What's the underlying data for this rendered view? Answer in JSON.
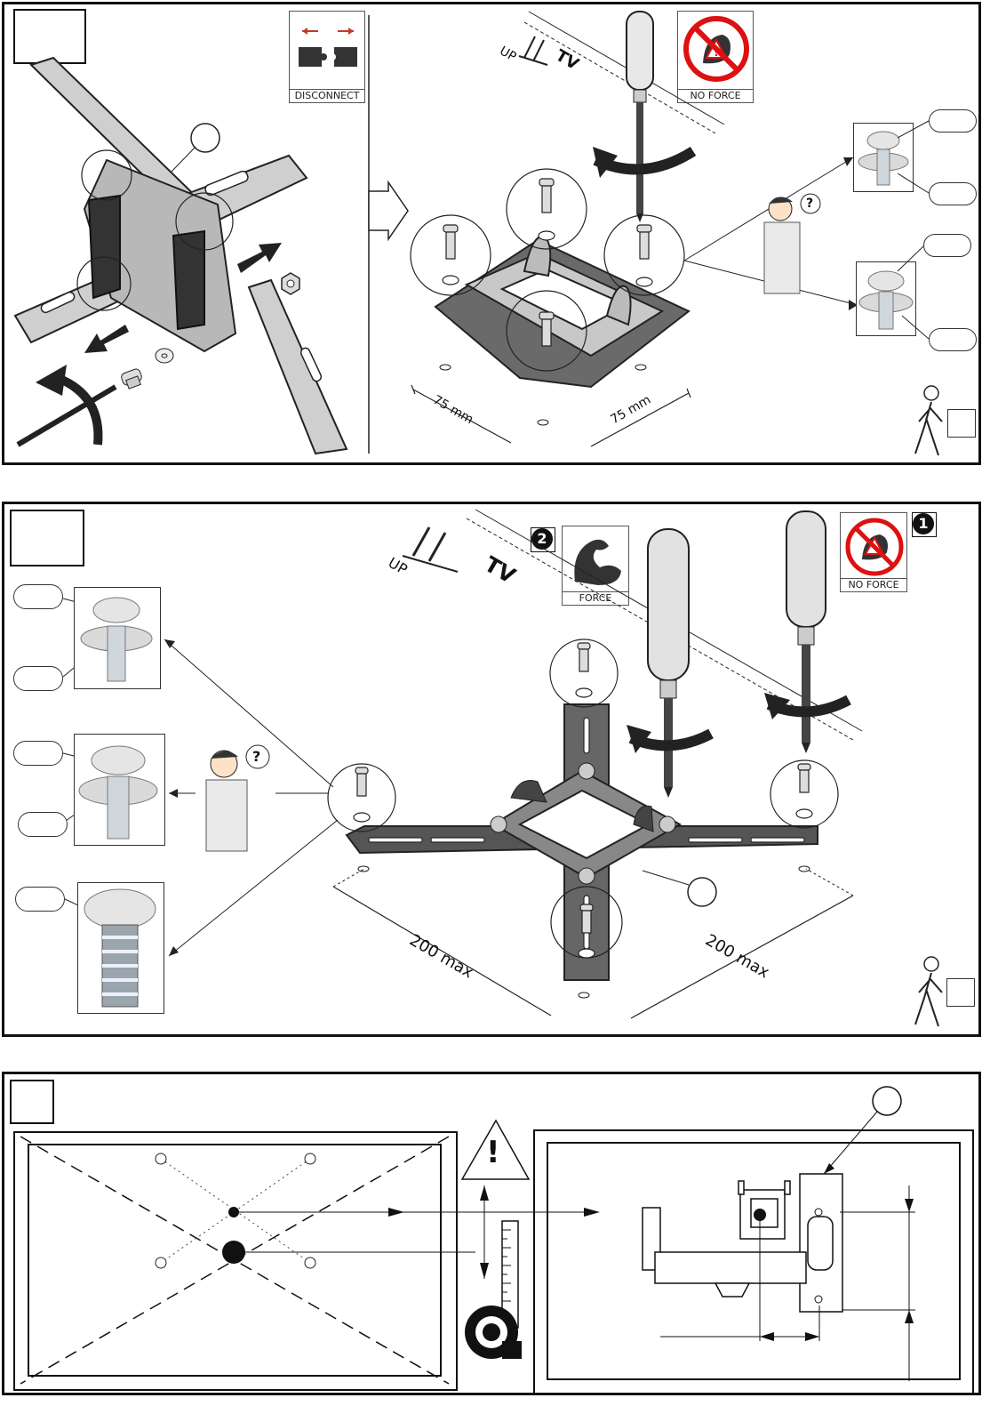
{
  "panel1": {
    "disconnect_label": "DISCONNECT",
    "noforce_label": "NO FORCE",
    "up_label": "UP",
    "tv_label": "TV",
    "dim_left": "75 mm",
    "dim_right": "75 mm"
  },
  "panel2": {
    "force_label": "FORCE",
    "noforce_label": "NO FORCE",
    "up_label": "UP",
    "tv_label": "TV",
    "badge_force": "2",
    "badge_noforce": "1",
    "dim_left": "200 max",
    "dim_right": "200 max"
  },
  "panel3": {
    "warning_glyph": "!"
  },
  "icons": {
    "question": "?"
  }
}
